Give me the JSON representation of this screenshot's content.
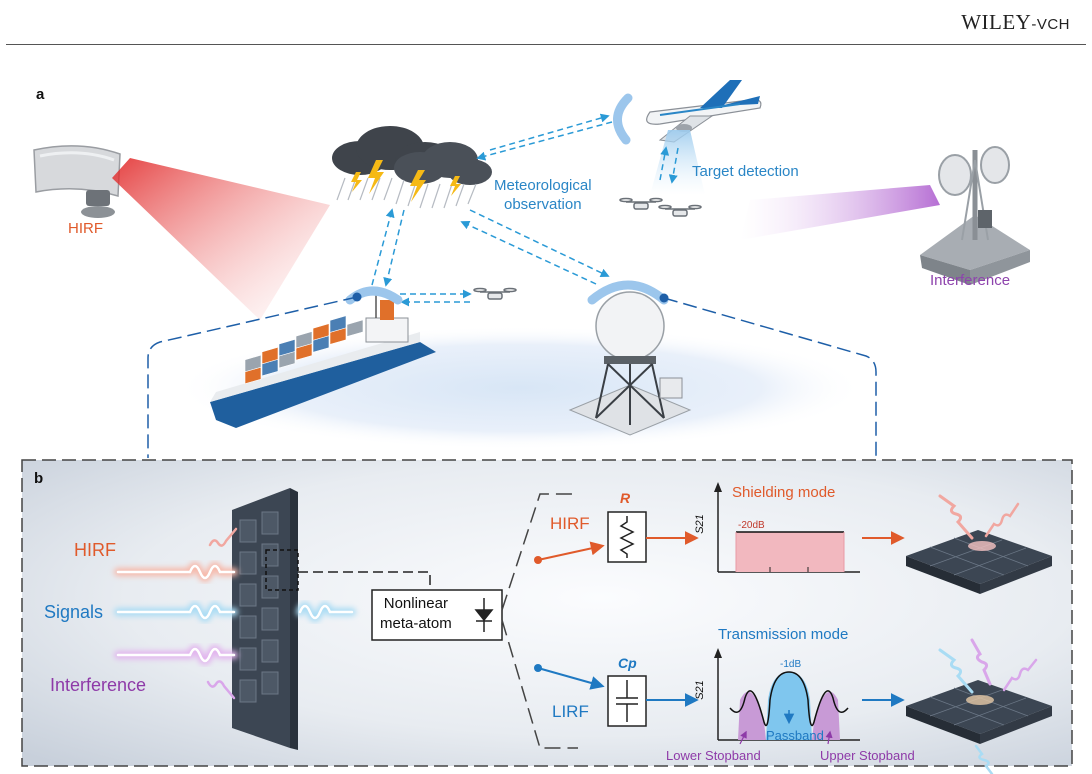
{
  "header": {
    "publisher": "WILEY",
    "publisher_suffix": "-VCH"
  },
  "panel_a": {
    "letter": "a",
    "labels": {
      "hirf": "HIRF",
      "meteorological": "Meteorological\nobservation",
      "target_detection": "Target detection",
      "interference": "Interference"
    },
    "colors": {
      "hirf": "#e05a2b",
      "blue": "#2a86c6",
      "purple": "#8e44ad"
    }
  },
  "panel_b": {
    "letter": "b",
    "inputs": {
      "hirf": "HIRF",
      "signals": "Signals",
      "interference": "Interference"
    },
    "meta_atom": "Nonlinear\nmeta-atom",
    "upper_branch": {
      "label": "HIRF",
      "component": "R",
      "mode": "Shielding mode",
      "axis": "S21",
      "level": "-20dB"
    },
    "lower_branch": {
      "label": "LIRF",
      "component": "Cp",
      "mode": "Transmission mode",
      "axis": "S21",
      "level": "-1dB",
      "passband": "Passband",
      "lower_stopband": "Lower Stopband",
      "upper_stopband": "Upper Stopband"
    }
  }
}
